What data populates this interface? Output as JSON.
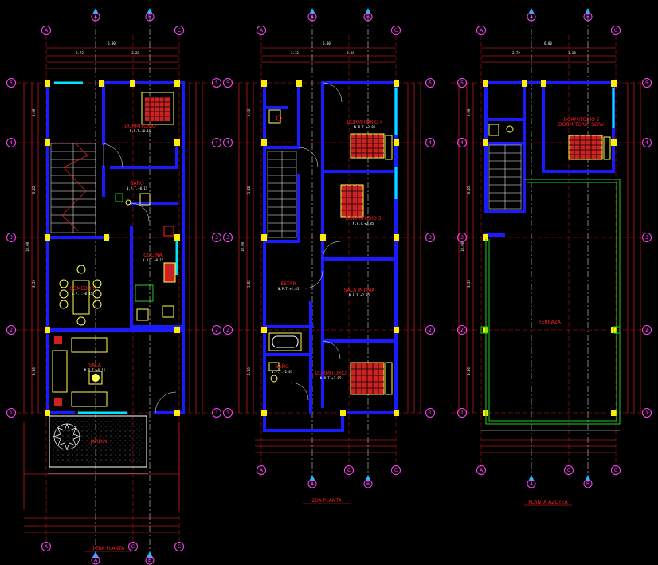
{
  "colors": {
    "background": "#000000",
    "wall": "#1a1aff",
    "dimension": "#ff2020",
    "bubble": "#ff44ff",
    "column": "#ffee00",
    "furniture": "#ffff55",
    "window": "#00e5ff",
    "terrace": "#22cc22",
    "text": "#ffffff"
  },
  "grid": {
    "columns": [
      "A",
      "B",
      "C"
    ],
    "rows": [
      "5",
      "4",
      "3",
      "2",
      "1"
    ]
  },
  "plans": [
    {
      "title": "1ERA PLANTA",
      "rooms": [
        {
          "name": "DORMITORIO",
          "sub": "N.P.T.+0.15"
        },
        {
          "name": "BAÑO",
          "sub": "N.P.T.+0.15"
        },
        {
          "name": "COCINA",
          "sub": "N.P.T.+0.15"
        },
        {
          "name": "COMEDOR",
          "sub": "N.P.T.+0.15"
        },
        {
          "name": "SALA",
          "sub": "N.P.T.+0.15"
        },
        {
          "name": "JARDIN",
          "sub": ""
        }
      ]
    },
    {
      "title": "2DA PLANTA",
      "rooms": [
        {
          "name": "DORMITORIO 4",
          "sub": "N.P.T.+2.85"
        },
        {
          "name": "DORMITORIO 3",
          "sub": "N.P.T.+2.85"
        },
        {
          "name": "SALA INTIMA",
          "sub": "N.P.T.+2.85"
        },
        {
          "name": "ESTAR",
          "sub": "N.P.T.+2.85"
        },
        {
          "name": "BAÑO",
          "sub": "N.P.T.+2.85"
        },
        {
          "name": "DORMITORIO",
          "sub": "N.P.T.+2.85"
        }
      ]
    },
    {
      "title": "PLANTA AZOTEA",
      "rooms": [
        {
          "name": "DORMITORIO 5",
          "sub": "DORMITORIO SERV."
        },
        {
          "name": "TERRAZA",
          "sub": ""
        }
      ]
    }
  ],
  "dims": {
    "top_total": "6.00",
    "top_a": "2.72",
    "top_b": "3.28",
    "side_total": "18.00",
    "row_spans": [
      "3.60",
      "3.65",
      "3.55",
      "3.80",
      "3.40"
    ]
  }
}
